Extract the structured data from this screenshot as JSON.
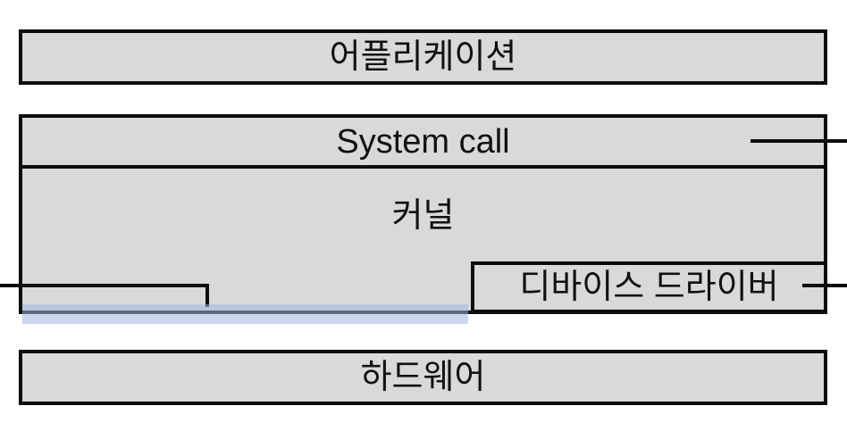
{
  "diagram": {
    "boxes": {
      "application": "어플리케이션",
      "system_call": "System call",
      "kernel": "커널",
      "device_driver": "디바이스 드라이버",
      "hardware": "하드웨어"
    },
    "colors": {
      "box_fill": "#d9d9d9",
      "box_border": "#0d0d0d",
      "highlight_blue": "#a0b7e2",
      "background": "#ffffff"
    }
  }
}
